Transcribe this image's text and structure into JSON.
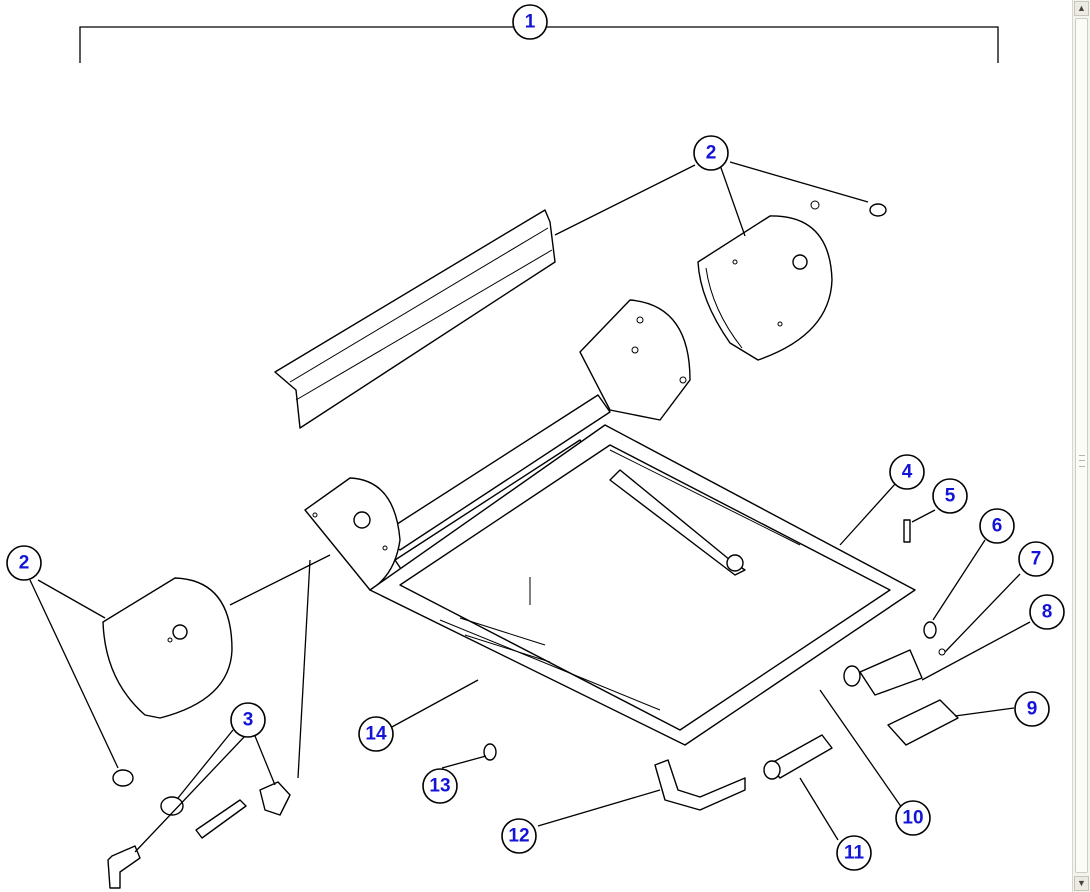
{
  "diagram": {
    "callouts": [
      {
        "id": "c1",
        "label": "1"
      },
      {
        "id": "c2a",
        "label": "2"
      },
      {
        "id": "c2b",
        "label": "2"
      },
      {
        "id": "c3",
        "label": "3"
      },
      {
        "id": "c4",
        "label": "4"
      },
      {
        "id": "c5",
        "label": "5"
      },
      {
        "id": "c6",
        "label": "6"
      },
      {
        "id": "c7",
        "label": "7"
      },
      {
        "id": "c8",
        "label": "8"
      },
      {
        "id": "c9",
        "label": "9"
      },
      {
        "id": "c10",
        "label": "10"
      },
      {
        "id": "c11",
        "label": "11"
      },
      {
        "id": "c12",
        "label": "12"
      },
      {
        "id": "c13",
        "label": "13"
      },
      {
        "id": "c14",
        "label": "14"
      }
    ]
  },
  "colors": {
    "callout_text": "#1414d8",
    "line": "#000000",
    "background": "#ffffff"
  },
  "scrollbar": {
    "up_icon": "arrow-up-icon",
    "down_icon": "arrow-down-icon"
  }
}
